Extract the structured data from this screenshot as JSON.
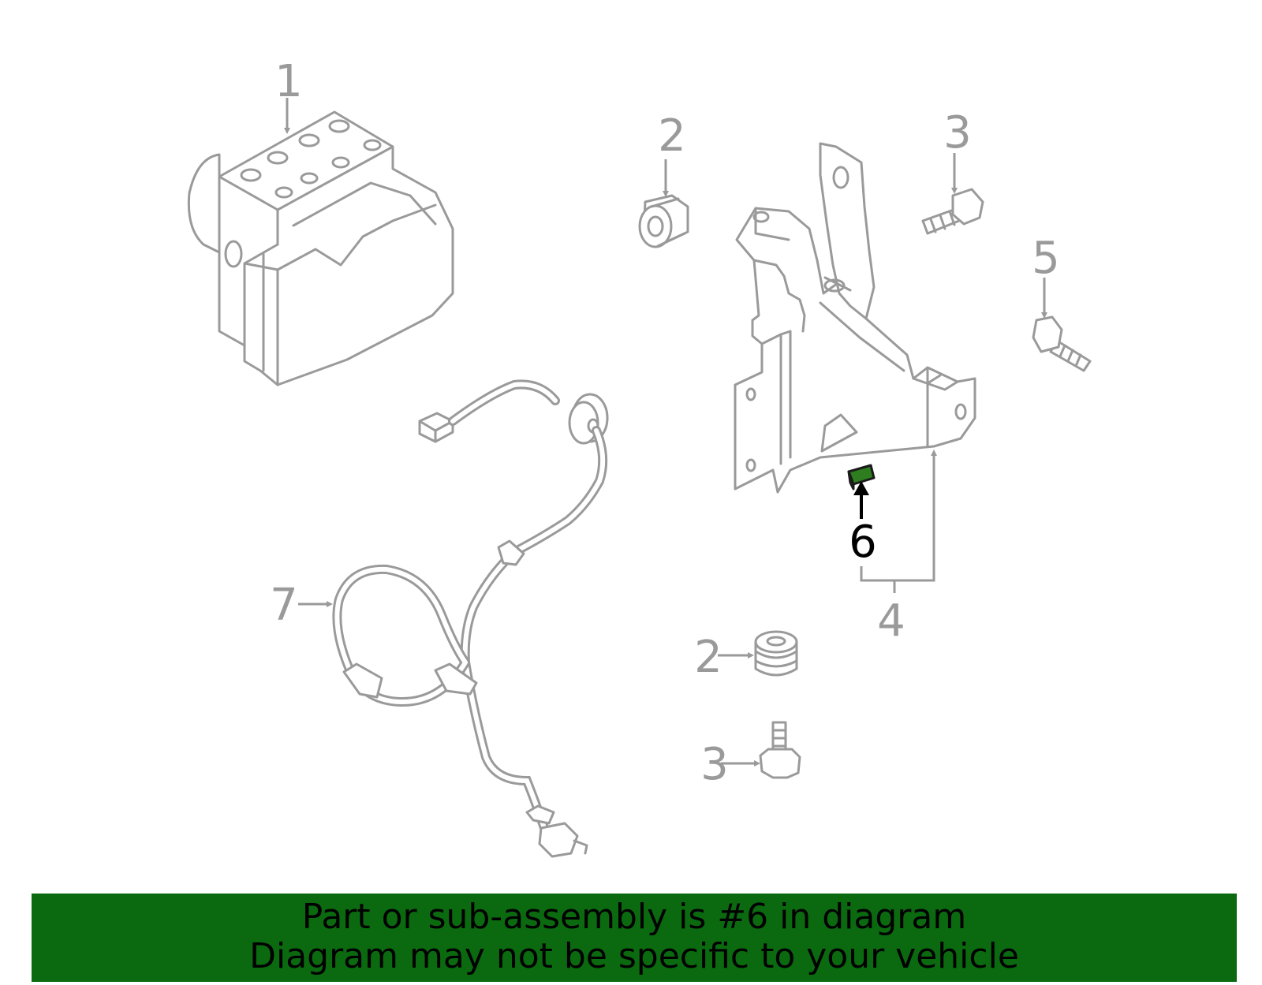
{
  "callouts": {
    "abs_unit": "1",
    "grommet_upper": "2",
    "grommet_lower": "2",
    "bolt_upper": "3",
    "bolt_lower": "3",
    "bracket": "4",
    "bolt_right": "5",
    "highlighted_part": "6",
    "sensor_harness": "7"
  },
  "banner": {
    "line1": "Part or sub-assembly is #6 in diagram",
    "line2": "Diagram may not be specific to your vehicle"
  },
  "colors": {
    "line_art": "#9a9a9a",
    "highlight_part": "#2e7d1f",
    "banner_background": "#0b6a0f",
    "banner_text": "#000000"
  }
}
